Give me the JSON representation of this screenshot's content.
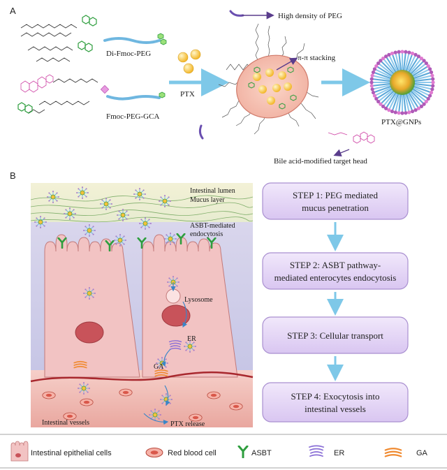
{
  "panel_a": {
    "letter": "A",
    "label_di_fmoc_peg": "Di-Fmoc-PEG",
    "label_fmoc_peg_gca": "Fmoc-PEG-GCA",
    "label_ptx": "PTX",
    "label_high_density": "High density of PEG",
    "label_pi_stacking": "π-π stacking",
    "label_ptx_gnps": "PTX@GNPs",
    "label_bile_acid": "Bile acid-modified target head"
  },
  "panel_b": {
    "letter": "B",
    "label_lumen": "Intestinal lumen",
    "label_mucus": "Mucus layer",
    "label_asbt_line1": "ASBT-mediated",
    "label_asbt_line2": "endocytosis",
    "label_lysosome": "Lysosome",
    "label_er": "ER",
    "label_ga": "GA",
    "label_vessels": "Intestinal vessels",
    "label_release": "PTX release",
    "steps": [
      {
        "line1": "STEP 1: PEG mediated",
        "line2": "mucus penetration"
      },
      {
        "line1": "STEP 2: ASBT pathway-",
        "line2": "mediated enterocytes endocytosis"
      },
      {
        "line1": "STEP 3: Cellular transport",
        "line2": ""
      },
      {
        "line1": "STEP 4: Exocytosis into",
        "line2": "intestinal vessels"
      }
    ]
  },
  "legend": {
    "epithelial": "Intestinal epithelial cells",
    "rbc": "Red blood cell",
    "asbt": "ASBT",
    "er": "ER",
    "ga": "GA"
  },
  "colors": {
    "peg_chain": "#6fb7e0",
    "arrow_blue": "#7ec8e8",
    "arrow_purple": "#5a3d8c",
    "step_fill": "#e4d6f5",
    "step_stroke": "#a98fd0",
    "cell_fill": "#f2c3c3",
    "vessel_fill": "#e9a9a2",
    "asbt_green": "#2e9e3e",
    "er_purple": "#8a6fd6",
    "ga_orange": "#f08a30"
  }
}
